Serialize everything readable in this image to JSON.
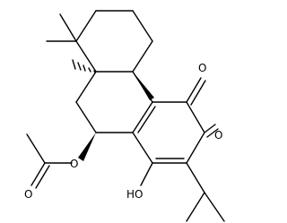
{
  "colors": {
    "background": "#ffffff",
    "bond": "#000000",
    "label": "#000000"
  },
  "atoms": {
    "O_ketone_1": "O",
    "O_ketone_2": "O",
    "O_ester_single": "O",
    "O_ester_double": "O",
    "OH_label": "HO"
  }
}
